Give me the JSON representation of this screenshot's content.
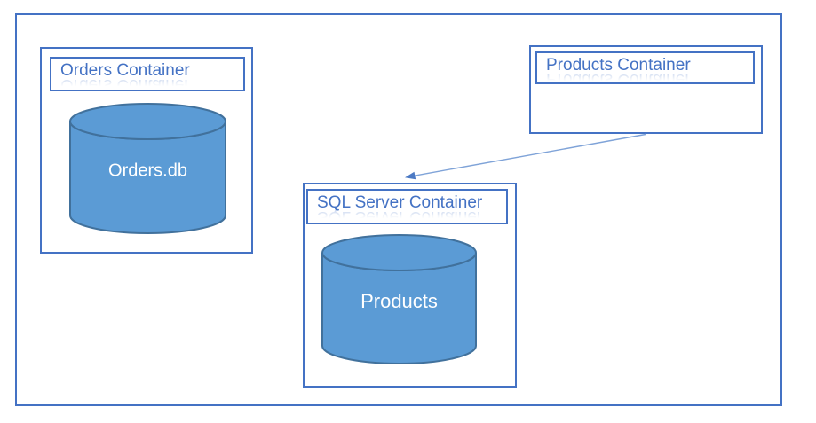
{
  "containers": {
    "orders": {
      "title": "Orders Container",
      "database_label": "Orders.db"
    },
    "products": {
      "title": "Products Container"
    },
    "sql_server": {
      "title": "SQL Server Container",
      "database_label": "Products"
    }
  },
  "connector": {
    "from": "Products Container",
    "to": "SQL Server Container",
    "direction": "arrow points to SQL Server Container top edge"
  },
  "colors": {
    "box_border": "#4472C4",
    "title_text": "#4472C4",
    "cylinder_fill": "#5B9BD5",
    "cylinder_stroke": "#41719C",
    "connector_line": "#7FA3D8",
    "connector_head": "#4C7AC4",
    "database_label_text": "#ffffff",
    "background": "#ffffff"
  }
}
